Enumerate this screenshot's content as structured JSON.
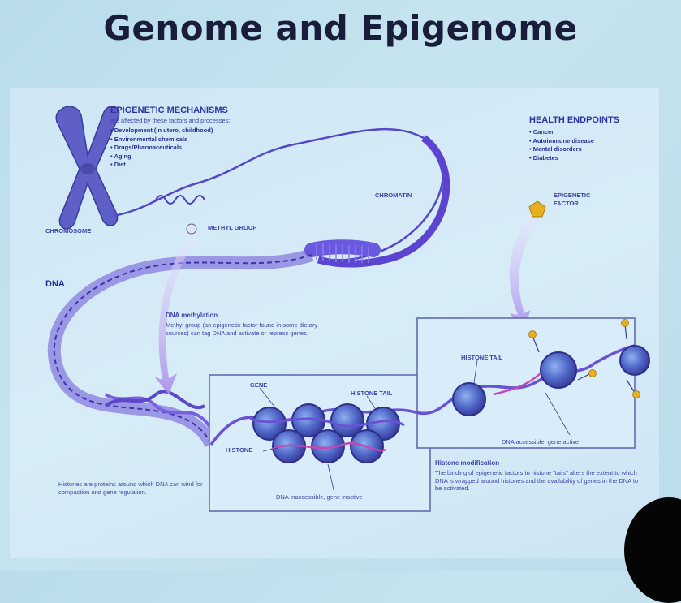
{
  "title": "Genome and Epigenome",
  "epigenetic": {
    "heading": "EPIGENETIC MECHANISMS",
    "subheading": "are affected by these factors and processes:",
    "items": [
      "Development (in utero, childhood)",
      "Environmental chemicals",
      "Drugs/Pharmaceuticals",
      "Aging",
      "Diet"
    ]
  },
  "health": {
    "heading": "HEALTH ENDPOINTS",
    "items": [
      "Cancer",
      "Autoimmune disease",
      "Mental disorders",
      "Diabetes"
    ]
  },
  "labels": {
    "chromosome": "CHROMOSOME",
    "chromatin": "CHROMATIN",
    "methyl_group": "METHYL GROUP",
    "dna": "DNA",
    "epigenetic_factor": "EPIGENETIC FACTOR",
    "gene": "GENE",
    "histone": "HISTONE",
    "histone_tail_1": "HISTONE TAIL",
    "histone_tail_2": "HISTONE TAIL",
    "dna_inaccessible": "DNA inaccessible, gene inactive",
    "dna_accessible": "DNA accessible, gene active"
  },
  "methylation": {
    "heading": "DNA methylation",
    "text": "Methyl group (an epigenetic factor found in some dietary sources) can tag DNA and activate or repress genes."
  },
  "histone_note": "Histones are proteins around which DNA can wind for compaction and gene regulation.",
  "histone_mod": {
    "heading": "Histone modification",
    "text": "The binding of epigenetic factors to histone \"tails\" alters the extent to which DNA is wrapped around histones and the availability of genes in the DNA to be activated."
  },
  "colors": {
    "ink": "#2b2f95",
    "strand": "#6a52d6",
    "histone": "#4a58c4",
    "factor": "#e8b020"
  }
}
